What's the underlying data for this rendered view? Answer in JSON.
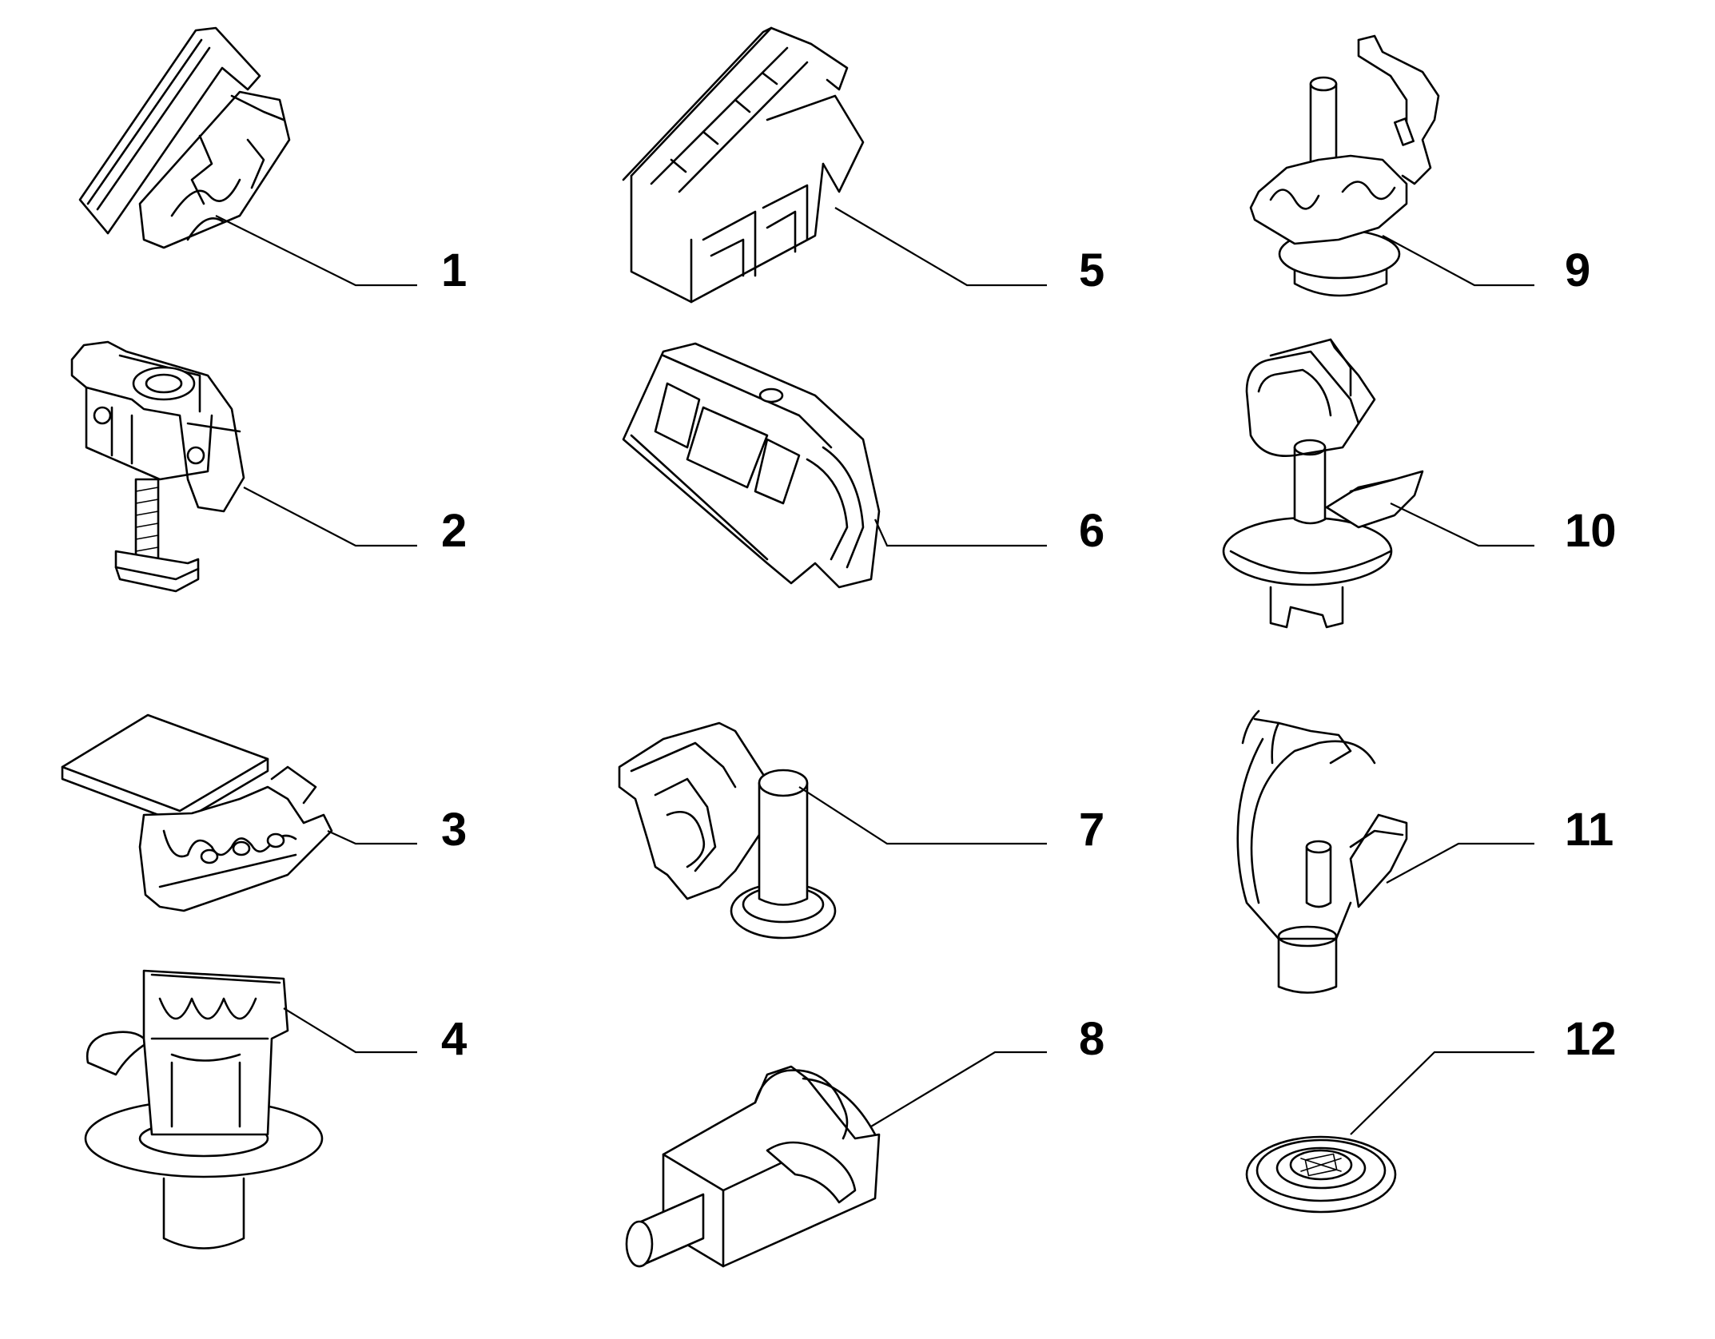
{
  "parts": [
    {
      "id": "part-1",
      "label": "1"
    },
    {
      "id": "part-2",
      "label": "2"
    },
    {
      "id": "part-3",
      "label": "3"
    },
    {
      "id": "part-4",
      "label": "4"
    },
    {
      "id": "part-5",
      "label": "5"
    },
    {
      "id": "part-6",
      "label": "6"
    },
    {
      "id": "part-7",
      "label": "7"
    },
    {
      "id": "part-8",
      "label": "8"
    },
    {
      "id": "part-9",
      "label": "9"
    },
    {
      "id": "part-10",
      "label": "10"
    },
    {
      "id": "part-11",
      "label": "11"
    },
    {
      "id": "part-12",
      "label": "12"
    }
  ]
}
